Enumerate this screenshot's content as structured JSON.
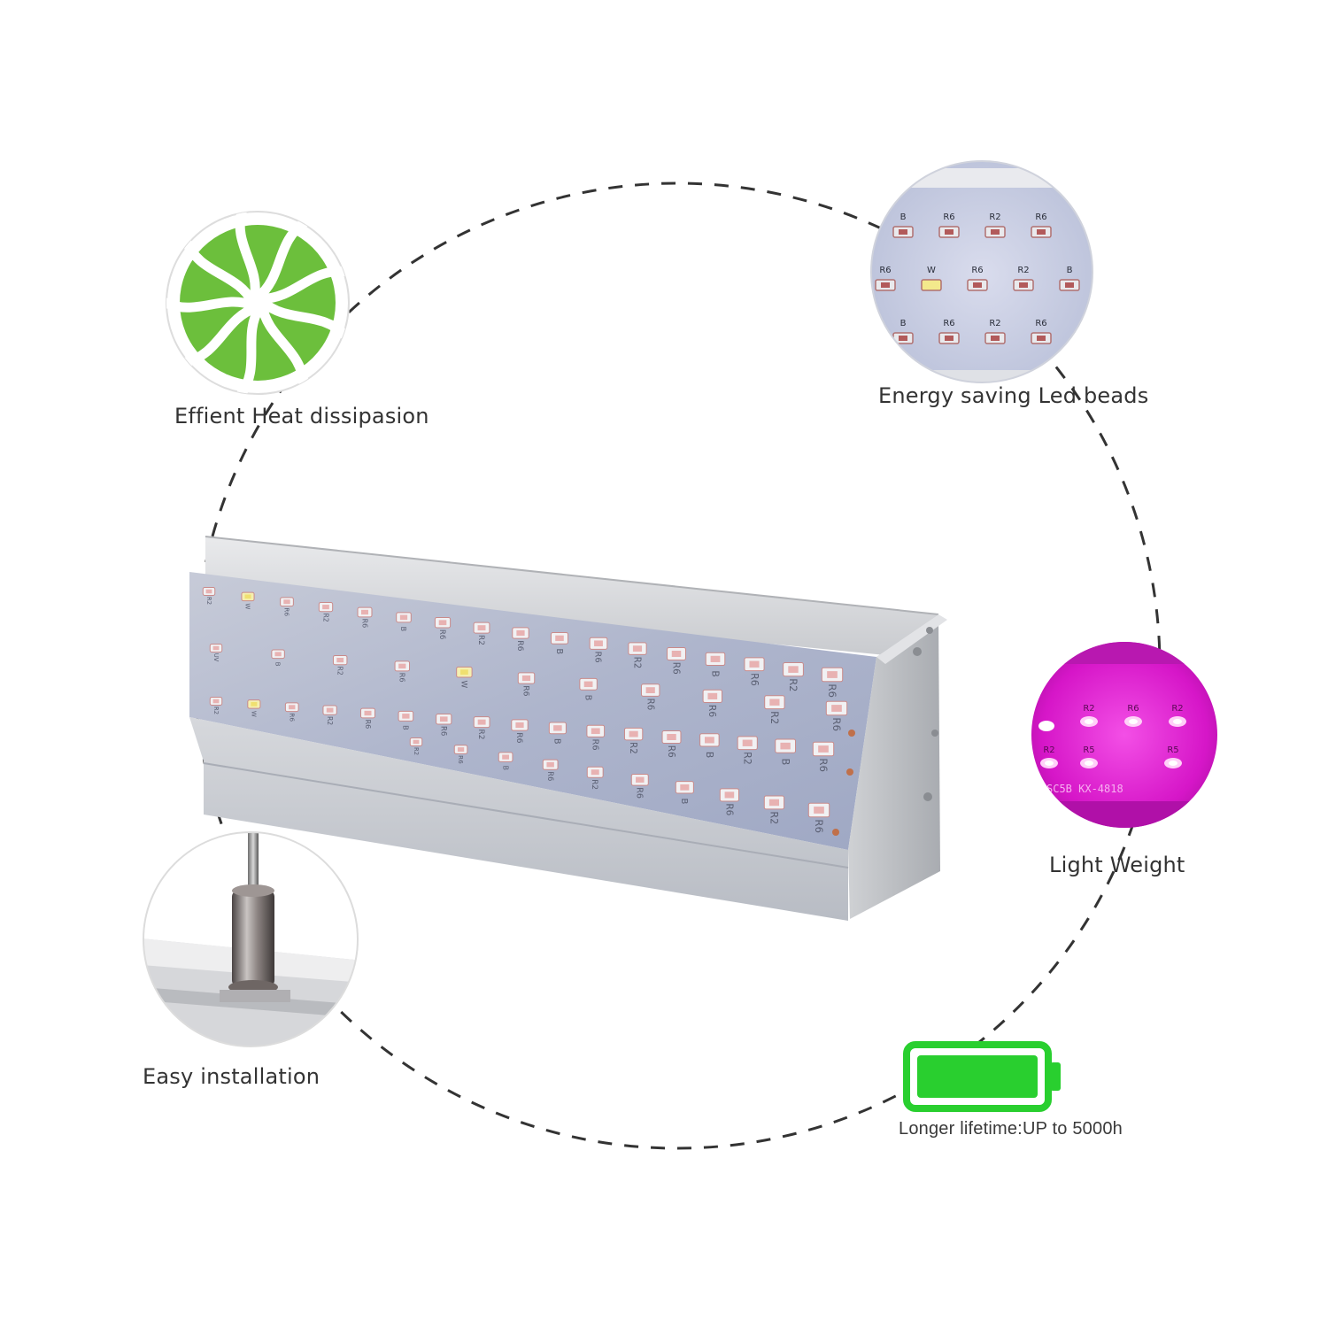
{
  "features": {
    "heat": {
      "label": "Effient Heat dissipasion",
      "icon": "fan-icon",
      "color": "#6cbf3c"
    },
    "beads": {
      "label": "Energy saving Led beads",
      "bead_rows": [
        [
          "B",
          "R6",
          "R2",
          "R6"
        ],
        [
          "R6",
          "W",
          "R6",
          "R2",
          "B"
        ],
        [
          "B",
          "R6",
          "R2",
          "R6"
        ]
      ]
    },
    "weight": {
      "label": "Light Weight",
      "glow_color": "#e020d0",
      "board_text": "SC5B KX-4818",
      "bead_labels": [
        "R2",
        "R6",
        "R2",
        "R2",
        "R5",
        "R5"
      ]
    },
    "install": {
      "label": "Easy installation"
    },
    "lifetime": {
      "label": "Longer lifetime:UP to 5000h",
      "icon": "battery-icon",
      "battery_level": 1.0,
      "color": "#29cf2f"
    }
  },
  "product": {
    "name": "led-grow-light-bar",
    "bead_rows": [
      [
        "R2",
        "W",
        "R6",
        "R2",
        "R6",
        "B",
        "R6",
        "R2",
        "R6",
        "B",
        "R6",
        "R2",
        "R6",
        "B",
        "R6",
        "R2",
        "R6"
      ],
      [
        "UV",
        "B",
        "R2",
        "R6",
        "W",
        "R6",
        "B",
        "R6",
        "R6",
        "R2",
        "R6"
      ],
      [
        "R2",
        "W",
        "R6",
        "R2",
        "R6",
        "B",
        "R6",
        "R2",
        "R6",
        "B",
        "R6",
        "R2",
        "R6",
        "B",
        "R2",
        "B",
        "R6"
      ],
      [
        "R2",
        "R6",
        "B",
        "R6",
        "R2",
        "R6",
        "B",
        "R6",
        "R2",
        "R6"
      ]
    ]
  }
}
